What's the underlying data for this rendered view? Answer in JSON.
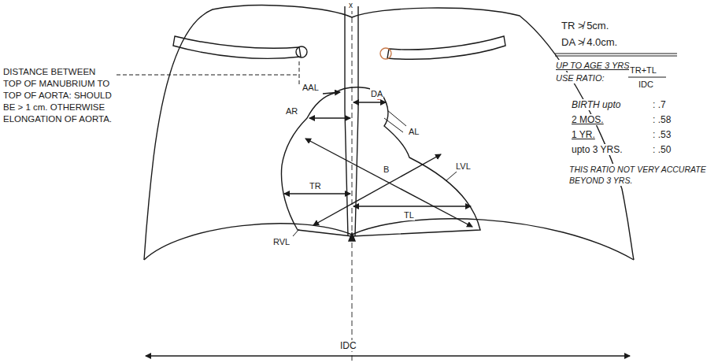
{
  "diagram": {
    "labels": [
      "x",
      "DISTANCE BETWEEN TOP OF MANUBRIUM TO TOP OF AORTA: SHOULD BE > 1 cm. OTHERWISE ELONGATION OF AORTA.",
      "AAL",
      "DA",
      "AR",
      "AL",
      "LVL",
      "B",
      "TR",
      "TL",
      "RVL",
      "IDC",
      "TR ≯ 5cm.",
      "DA ≯ 4.0cm.",
      "UP TO AGE 3 YRS.",
      "USE RATIO:",
      "TR+TL",
      "IDC",
      "BIRTH upto",
      ": .7",
      "2 MOS.",
      ": .58",
      "1 YR.",
      ": .53",
      "upto 3 YRS.",
      ": .50",
      "THIS RATIO NOT VERY ACCURATE BEYOND 3 YRS."
    ]
  }
}
